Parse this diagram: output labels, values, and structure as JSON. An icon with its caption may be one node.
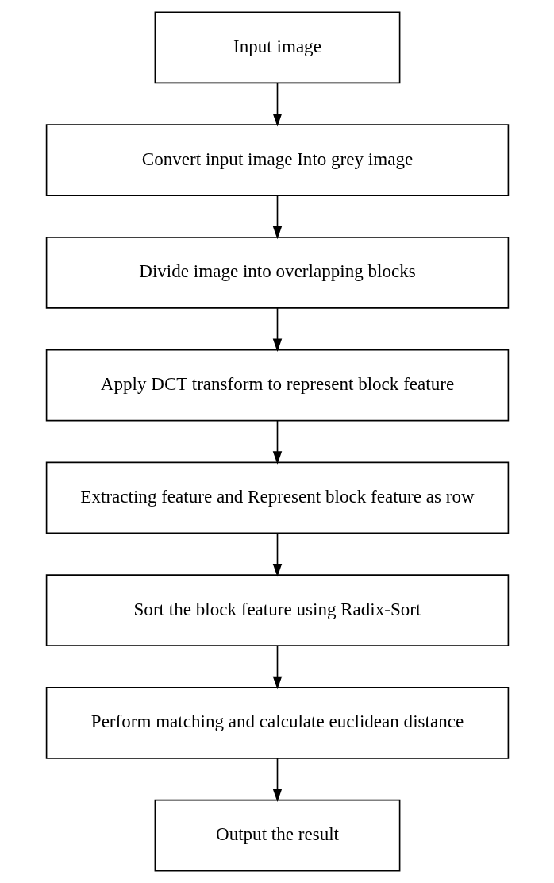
{
  "diagram": {
    "nodes": [
      {
        "text": [
          "Input image"
        ]
      },
      {
        "text": [
          "Convert input image Into grey image"
        ]
      },
      {
        "text": [
          "Divide image into overlapping blocks"
        ]
      },
      {
        "text": [
          "Apply DCT transform to represent block feature"
        ]
      },
      {
        "text": [
          "Extracting feature and Represent block feature as row"
        ]
      },
      {
        "text": [
          "Sort the block feature using Radix-Sort"
        ]
      },
      {
        "text": [
          "Perform matching and calculate euclidean distance"
        ]
      },
      {
        "text": [
          "Output the result"
        ]
      }
    ],
    "edges": [
      {
        "from": 0,
        "to": 1,
        "arrow": "to"
      },
      {
        "from": 1,
        "to": 2,
        "arrow": "to"
      },
      {
        "from": 2,
        "to": 3,
        "arrow": "to"
      },
      {
        "from": 3,
        "to": 4,
        "arrow": "to"
      },
      {
        "from": 4,
        "to": 5,
        "arrow": "to"
      },
      {
        "from": 5,
        "to": 6,
        "arrow": "to"
      },
      {
        "from": 6,
        "to": 7,
        "arrow": "to"
      }
    ]
  }
}
